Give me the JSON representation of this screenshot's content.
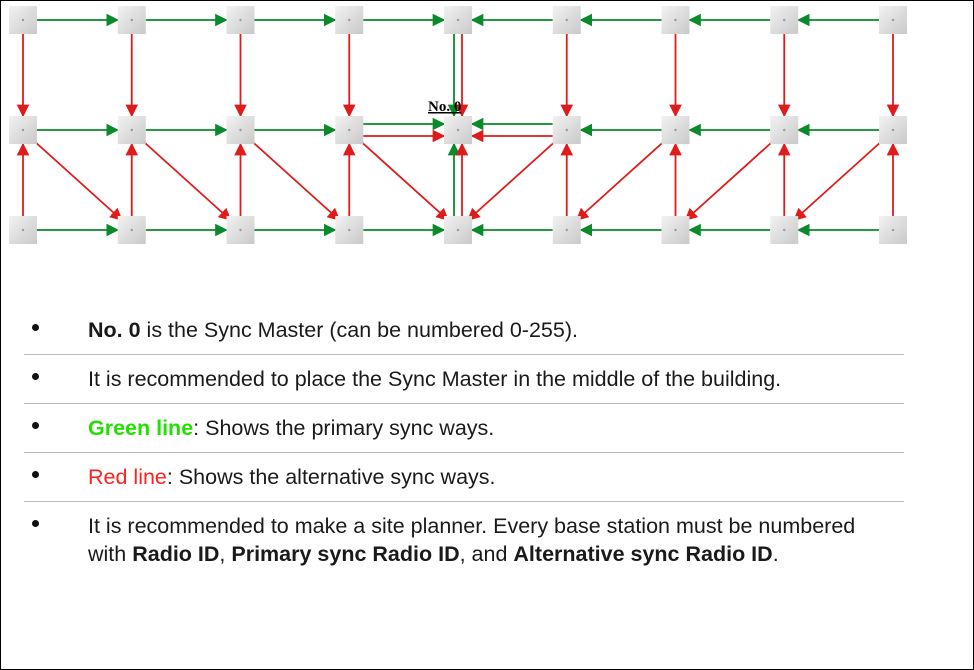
{
  "diagram": {
    "caption": "No. 0",
    "colors": {
      "primary": "#0a8a2a",
      "alternative": "#e01b1b",
      "node": "#dcdcdc"
    },
    "grid": {
      "columns": 9,
      "rows": 3,
      "master": {
        "row": 1,
        "col": 4
      }
    },
    "legend": {
      "green": "primary sync way",
      "red": "alternative sync way"
    }
  },
  "bullets": [
    {
      "parts": [
        {
          "t": "No. 0",
          "s": "strong"
        },
        {
          "t": " is the Sync Master (can be numbered 0-255)."
        }
      ]
    },
    {
      "parts": [
        {
          "t": "It is recommended to place the Sync Master in the middle of the building."
        }
      ]
    },
    {
      "parts": [
        {
          "t": "Green line",
          "s": "green"
        },
        {
          "t": ": Shows the primary sync ways."
        }
      ]
    },
    {
      "parts": [
        {
          "t": "Red line",
          "s": "red"
        },
        {
          "t": ": Shows the alternative sync ways."
        }
      ]
    },
    {
      "parts": [
        {
          "t": "It is recommended to make a site planner. Every base station must be numbered with "
        },
        {
          "t": "Radio ID",
          "s": "strong"
        },
        {
          "t": ", "
        },
        {
          "t": "Primary sync Radio ID",
          "s": "strong"
        },
        {
          "t": ", and "
        },
        {
          "t": "Alternative sync Radio ID",
          "s": "strong"
        },
        {
          "t": "."
        }
      ]
    }
  ]
}
